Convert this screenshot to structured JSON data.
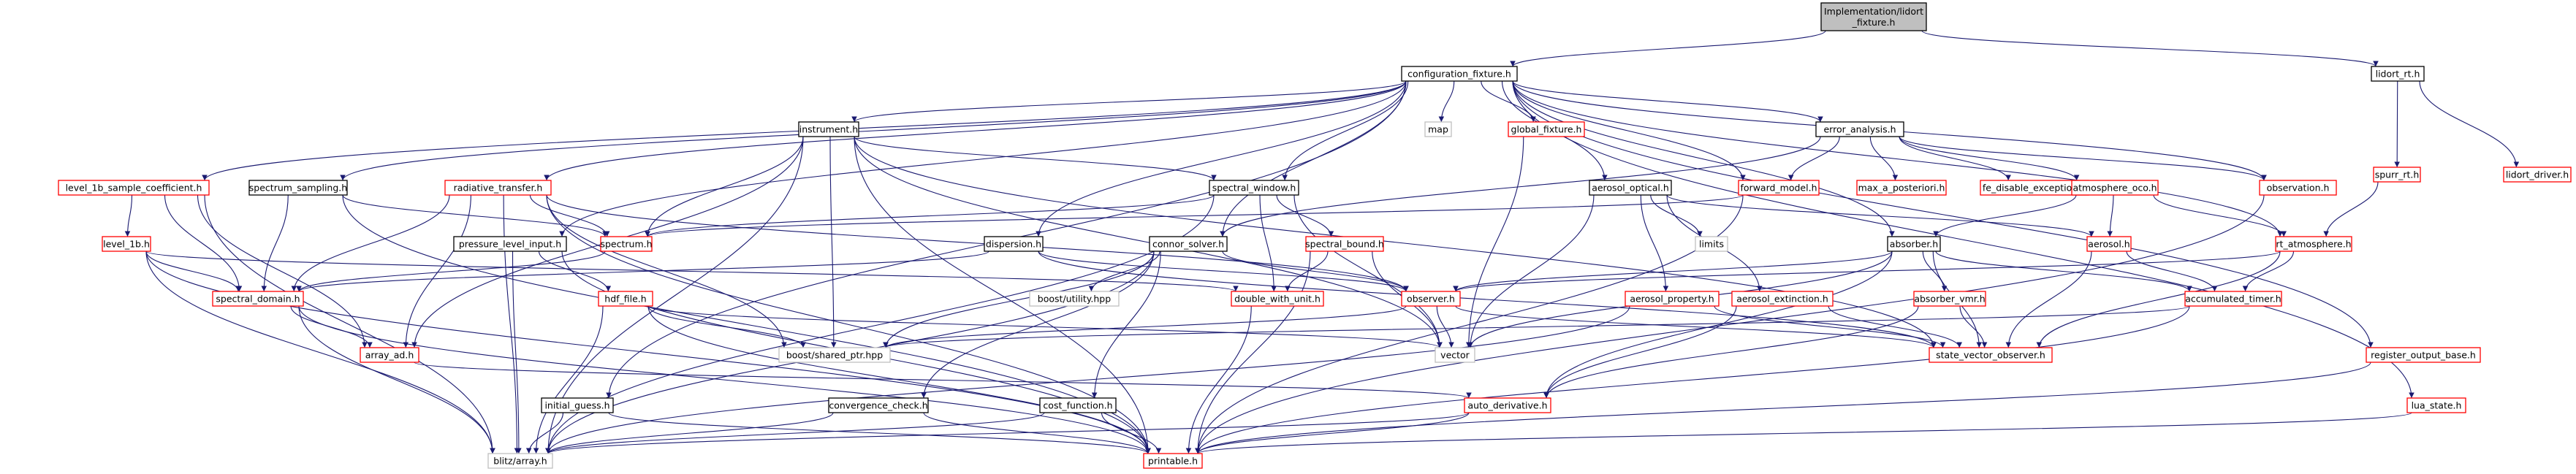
{
  "colors": {
    "background": "#ffffff",
    "edge": "#191970",
    "root_fill": "#bfbfbf",
    "documented_border": "#000000",
    "undocumented_border": "#ff0000",
    "external_border": "#bfbfbf",
    "external_text": "#000000"
  },
  "nodes": [
    {
      "id": "root",
      "lines": [
        "Implementation/lidort",
        "_fixture.h"
      ],
      "kind": "root"
    },
    {
      "id": "cfg",
      "lines": [
        "configuration_fixture.h"
      ],
      "kind": "doc"
    },
    {
      "id": "lidort_rt",
      "lines": [
        "lidort_rt.h"
      ],
      "kind": "doc"
    },
    {
      "id": "spurr_rt",
      "lines": [
        "spurr_rt.h"
      ],
      "kind": "red"
    },
    {
      "id": "lidort_driver",
      "lines": [
        "lidort_driver.h"
      ],
      "kind": "red"
    },
    {
      "id": "instrument",
      "lines": [
        "instrument.h"
      ],
      "kind": "doc"
    },
    {
      "id": "map",
      "lines": [
        "map"
      ],
      "kind": "ext"
    },
    {
      "id": "global_fixture",
      "lines": [
        "global_fixture.h"
      ],
      "kind": "red"
    },
    {
      "id": "error_analysis",
      "lines": [
        "error_analysis.h"
      ],
      "kind": "doc"
    },
    {
      "id": "level_1b_sample",
      "lines": [
        "level_1b_sample_coefficient.h"
      ],
      "kind": "red"
    },
    {
      "id": "spectrum_sampling",
      "lines": [
        "spectrum_sampling.h"
      ],
      "kind": "doc"
    },
    {
      "id": "radiative_transfer",
      "lines": [
        "radiative_transfer.h"
      ],
      "kind": "red"
    },
    {
      "id": "spectral_window",
      "lines": [
        "spectral_window.h"
      ],
      "kind": "doc"
    },
    {
      "id": "aerosol_optical",
      "lines": [
        "aerosol_optical.h"
      ],
      "kind": "doc"
    },
    {
      "id": "forward_model",
      "lines": [
        "forward_model.h"
      ],
      "kind": "red"
    },
    {
      "id": "max_a_posteriori",
      "lines": [
        "max_a_posteriori.h"
      ],
      "kind": "red"
    },
    {
      "id": "fe_disable",
      "lines": [
        "fe_disable_exception.h"
      ],
      "kind": "red"
    },
    {
      "id": "atmosphere_oco",
      "lines": [
        "atmosphere_oco.h"
      ],
      "kind": "red"
    },
    {
      "id": "observation",
      "lines": [
        "observation.h"
      ],
      "kind": "red"
    },
    {
      "id": "rt_atmosphere",
      "lines": [
        "rt_atmosphere.h"
      ],
      "kind": "red"
    },
    {
      "id": "level_1b",
      "lines": [
        "level_1b.h"
      ],
      "kind": "red"
    },
    {
      "id": "spectrum",
      "lines": [
        "spectrum.h"
      ],
      "kind": "red"
    },
    {
      "id": "pressure_level",
      "lines": [
        "pressure_level_input.h"
      ],
      "kind": "doc"
    },
    {
      "id": "dispersion",
      "lines": [
        "dispersion.h"
      ],
      "kind": "doc"
    },
    {
      "id": "connor_solver",
      "lines": [
        "connor_solver.h"
      ],
      "kind": "doc"
    },
    {
      "id": "spectral_bound",
      "lines": [
        "spectral_bound.h"
      ],
      "kind": "red"
    },
    {
      "id": "limits",
      "lines": [
        "limits"
      ],
      "kind": "ext"
    },
    {
      "id": "absorber",
      "lines": [
        "absorber.h"
      ],
      "kind": "doc"
    },
    {
      "id": "aerosol",
      "lines": [
        "aerosol.h"
      ],
      "kind": "red"
    },
    {
      "id": "spectral_domain",
      "lines": [
        "spectral_domain.h"
      ],
      "kind": "red"
    },
    {
      "id": "hdf_file",
      "lines": [
        "hdf_file.h"
      ],
      "kind": "red"
    },
    {
      "id": "boost_utility",
      "lines": [
        "boost/utility.hpp"
      ],
      "kind": "ext"
    },
    {
      "id": "double_with_unit",
      "lines": [
        "double_with_unit.h"
      ],
      "kind": "red"
    },
    {
      "id": "observer",
      "lines": [
        "observer.h"
      ],
      "kind": "red"
    },
    {
      "id": "aerosol_property",
      "lines": [
        "aerosol_property.h"
      ],
      "kind": "red"
    },
    {
      "id": "aerosol_extinction",
      "lines": [
        "aerosol_extinction.h"
      ],
      "kind": "red"
    },
    {
      "id": "absorber_vmr",
      "lines": [
        "absorber_vmr.h"
      ],
      "kind": "red"
    },
    {
      "id": "accumulated_timer",
      "lines": [
        "accumulated_timer.h"
      ],
      "kind": "red"
    },
    {
      "id": "array_ad",
      "lines": [
        "array_ad.h"
      ],
      "kind": "red"
    },
    {
      "id": "boost_shared_ptr",
      "lines": [
        "boost/shared_ptr.hpp"
      ],
      "kind": "ext"
    },
    {
      "id": "vector",
      "lines": [
        "vector"
      ],
      "kind": "ext"
    },
    {
      "id": "state_vector_observer",
      "lines": [
        "state_vector_observer.h"
      ],
      "kind": "red"
    },
    {
      "id": "register_output_base",
      "lines": [
        "register_output_base.h"
      ],
      "kind": "red"
    },
    {
      "id": "initial_guess",
      "lines": [
        "initial_guess.h"
      ],
      "kind": "doc"
    },
    {
      "id": "convergence_check",
      "lines": [
        "convergence_check.h"
      ],
      "kind": "doc"
    },
    {
      "id": "cost_function",
      "lines": [
        "cost_function.h"
      ],
      "kind": "doc"
    },
    {
      "id": "auto_derivative",
      "lines": [
        "auto_derivative.h"
      ],
      "kind": "red"
    },
    {
      "id": "lua_state",
      "lines": [
        "lua_state.h"
      ],
      "kind": "red"
    },
    {
      "id": "blitz_array",
      "lines": [
        "blitz/array.h"
      ],
      "kind": "ext"
    },
    {
      "id": "printable",
      "lines": [
        "printable.h"
      ],
      "kind": "red"
    }
  ],
  "edges": [
    [
      "root",
      "cfg"
    ],
    [
      "root",
      "lidort_rt"
    ],
    [
      "lidort_rt",
      "spurr_rt"
    ],
    [
      "lidort_rt",
      "lidort_driver"
    ],
    [
      "spurr_rt",
      "rt_atmosphere"
    ],
    [
      "cfg",
      "instrument"
    ],
    [
      "cfg",
      "map"
    ],
    [
      "cfg",
      "global_fixture"
    ],
    [
      "cfg",
      "error_analysis"
    ],
    [
      "cfg",
      "level_1b_sample"
    ],
    [
      "cfg",
      "spectrum_sampling"
    ],
    [
      "cfg",
      "radiative_transfer"
    ],
    [
      "cfg",
      "spectral_window"
    ],
    [
      "cfg",
      "aerosol_optical"
    ],
    [
      "cfg",
      "forward_model"
    ],
    [
      "cfg",
      "observation"
    ],
    [
      "cfg",
      "rt_atmosphere"
    ],
    [
      "cfg",
      "dispersion"
    ],
    [
      "cfg",
      "connor_solver"
    ],
    [
      "cfg",
      "pressure_level"
    ],
    [
      "cfg",
      "initial_guess"
    ],
    [
      "cfg",
      "register_output_base"
    ],
    [
      "cfg",
      "lua_state"
    ],
    [
      "cfg",
      "absorber"
    ],
    [
      "global_fixture",
      "vector"
    ],
    [
      "error_analysis",
      "forward_model"
    ],
    [
      "error_analysis",
      "max_a_posteriori"
    ],
    [
      "error_analysis",
      "fe_disable"
    ],
    [
      "error_analysis",
      "atmosphere_oco"
    ],
    [
      "error_analysis",
      "observation"
    ],
    [
      "error_analysis",
      "connor_solver"
    ],
    [
      "instrument",
      "spectral_window"
    ],
    [
      "instrument",
      "spectrum"
    ],
    [
      "instrument",
      "array_ad"
    ],
    [
      "instrument",
      "boost_shared_ptr"
    ],
    [
      "instrument",
      "vector"
    ],
    [
      "instrument",
      "printable"
    ],
    [
      "instrument",
      "blitz_array"
    ],
    [
      "instrument",
      "state_vector_observer"
    ],
    [
      "level_1b_sample",
      "level_1b"
    ],
    [
      "level_1b_sample",
      "spectral_domain"
    ],
    [
      "level_1b_sample",
      "array_ad"
    ],
    [
      "level_1b_sample",
      "blitz_array"
    ],
    [
      "level_1b",
      "spectral_domain"
    ],
    [
      "level_1b",
      "blitz_array"
    ],
    [
      "level_1b",
      "printable"
    ],
    [
      "level_1b",
      "double_with_unit"
    ],
    [
      "spectrum_sampling",
      "spectrum"
    ],
    [
      "spectrum_sampling",
      "spectral_domain"
    ],
    [
      "spectrum_sampling",
      "printable"
    ],
    [
      "radiative_transfer",
      "spectrum"
    ],
    [
      "radiative_transfer",
      "array_ad"
    ],
    [
      "radiative_transfer",
      "spectral_domain"
    ],
    [
      "radiative_transfer",
      "boost_shared_ptr"
    ],
    [
      "radiative_transfer",
      "observer"
    ],
    [
      "radiative_transfer",
      "printable"
    ],
    [
      "radiative_transfer",
      "blitz_array"
    ],
    [
      "spectral_window",
      "spectrum"
    ],
    [
      "spectral_window",
      "spectral_bound"
    ],
    [
      "spectral_window",
      "double_with_unit"
    ],
    [
      "spectral_window",
      "vector"
    ],
    [
      "spectral_window",
      "blitz_array"
    ],
    [
      "spectral_bound",
      "double_with_unit"
    ],
    [
      "spectral_bound",
      "vector"
    ],
    [
      "spectral_bound",
      "printable"
    ],
    [
      "aerosol_optical",
      "aerosol"
    ],
    [
      "aerosol_optical",
      "aerosol_property"
    ],
    [
      "aerosol_optical",
      "aerosol_extinction"
    ],
    [
      "aerosol_optical",
      "limits"
    ],
    [
      "aerosol_optical",
      "vector"
    ],
    [
      "forward_model",
      "spectrum"
    ],
    [
      "forward_model",
      "printable"
    ],
    [
      "atmosphere_oco",
      "absorber"
    ],
    [
      "atmosphere_oco",
      "aerosol"
    ],
    [
      "atmosphere_oco",
      "rt_atmosphere"
    ],
    [
      "observation",
      "printable"
    ],
    [
      "rt_atmosphere",
      "accumulated_timer"
    ],
    [
      "rt_atmosphere",
      "observer"
    ],
    [
      "rt_atmosphere",
      "state_vector_observer"
    ],
    [
      "spectrum",
      "spectral_domain"
    ],
    [
      "pressure_level",
      "hdf_file"
    ],
    [
      "pressure_level",
      "blitz_array"
    ],
    [
      "pressure_level",
      "printable"
    ],
    [
      "dispersion",
      "spectral_domain"
    ],
    [
      "dispersion",
      "state_vector_observer"
    ],
    [
      "dispersion",
      "observer"
    ],
    [
      "connor_solver",
      "boost_utility"
    ],
    [
      "connor_solver",
      "boost_shared_ptr"
    ],
    [
      "connor_solver",
      "observer"
    ],
    [
      "connor_solver",
      "convergence_check"
    ],
    [
      "connor_solver",
      "cost_function"
    ],
    [
      "connor_solver",
      "blitz_array"
    ],
    [
      "absorber",
      "absorber_vmr"
    ],
    [
      "absorber",
      "accumulated_timer"
    ],
    [
      "absorber",
      "observer"
    ],
    [
      "absorber",
      "auto_derivative"
    ],
    [
      "absorber",
      "state_vector_observer"
    ],
    [
      "absorber",
      "vector"
    ],
    [
      "aerosol",
      "accumulated_timer"
    ],
    [
      "aerosol",
      "state_vector_observer"
    ],
    [
      "spectral_domain",
      "array_ad"
    ],
    [
      "spectral_domain",
      "blitz_array"
    ],
    [
      "spectral_domain",
      "printable"
    ],
    [
      "hdf_file",
      "boost_shared_ptr"
    ],
    [
      "hdf_file",
      "vector"
    ],
    [
      "hdf_file",
      "blitz_array"
    ],
    [
      "hdf_file",
      "printable"
    ],
    [
      "double_with_unit",
      "printable"
    ],
    [
      "observer",
      "boost_shared_ptr"
    ],
    [
      "observer",
      "vector"
    ],
    [
      "observer",
      "state_vector_observer"
    ],
    [
      "aerosol_property",
      "state_vector_observer"
    ],
    [
      "aerosol_property",
      "blitz_array"
    ],
    [
      "aerosol_extinction",
      "auto_derivative"
    ],
    [
      "aerosol_extinction",
      "state_vector_observer"
    ],
    [
      "absorber_vmr",
      "auto_derivative"
    ],
    [
      "absorber_vmr",
      "state_vector_observer"
    ],
    [
      "accumulated_timer",
      "printable"
    ],
    [
      "accumulated_timer",
      "boost_shared_ptr"
    ],
    [
      "array_ad",
      "auto_derivative"
    ],
    [
      "initial_guess",
      "blitz_array"
    ],
    [
      "initial_guess",
      "printable"
    ],
    [
      "convergence_check",
      "blitz_array"
    ],
    [
      "convergence_check",
      "printable"
    ],
    [
      "cost_function",
      "blitz_array"
    ],
    [
      "cost_function",
      "printable"
    ],
    [
      "auto_derivative",
      "blitz_array"
    ],
    [
      "auto_derivative",
      "printable"
    ],
    [
      "register_output_base",
      "printable"
    ],
    [
      "lua_state",
      "printable"
    ]
  ]
}
